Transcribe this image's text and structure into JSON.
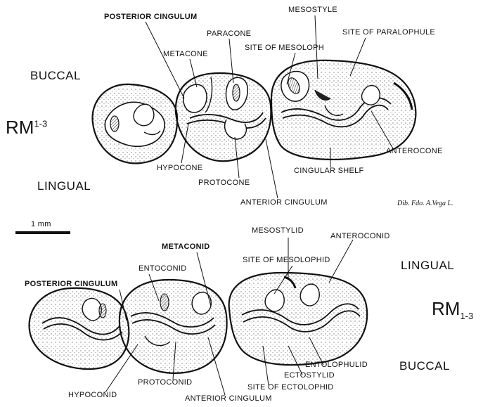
{
  "upper": {
    "orientation": {
      "buccal": "BUCCAL",
      "lingual": "LINGUAL"
    },
    "series": {
      "base": "RM",
      "index": "1-3"
    },
    "labels": {
      "posterior_cingulum": "POSTERIOR CINGULUM",
      "mesostyle": "MESOSTYLE",
      "paracone": "PARACONE",
      "site_of_paralophule": "SITE OF PARALOPHULE",
      "site_of_mesoloph": "SITE OF MESOLOPH",
      "metacone": "METACONE",
      "hypocone": "HYPOCONE",
      "protocone": "PROTOCONE",
      "anterior_cingulum": "ANTERIOR CINGULUM",
      "anterocone": "ANTEROCONE",
      "cingular_shelf": "CINGULAR SHELF"
    }
  },
  "credit": "Dib. Fdo. A.Vega L.",
  "scale_bar": {
    "label": "1 mm"
  },
  "lower": {
    "orientation": {
      "lingual": "LINGUAL",
      "buccal": "BUCCAL"
    },
    "series": {
      "base": "RM",
      "index": "1-3"
    },
    "labels": {
      "mesostylid": "MESOSTYLID",
      "anteroconid": "ANTEROCONID",
      "metaconid": "METACONID",
      "site_of_mesolophid": "SITE OF MESOLOPHID",
      "entoconid": "ENTOCONID",
      "posterior_cingulum": "POSTERIOR CINGULUM",
      "entolophulid": "ENTOLOPHULID",
      "ectostylid": "ECTOSTYLID",
      "hypoconid": "HYPOCONID",
      "protoconid": "PROTOCONID",
      "site_of_ectolophid": "SITE OF ECTOLOPHID",
      "anterior_cingulum": "ANTERIOR CINGULUM"
    }
  }
}
